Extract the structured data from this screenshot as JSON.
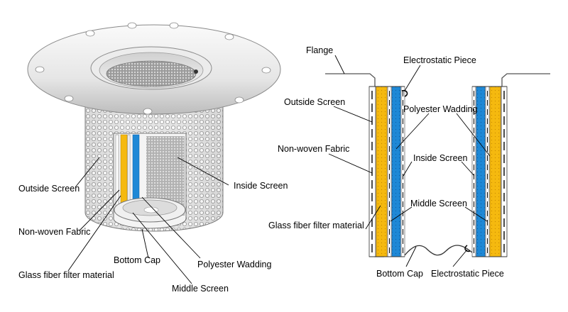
{
  "colors": {
    "glass_fiber": "#f5b90f",
    "polyester": "#1e88d6",
    "outline": "#000000",
    "metal_light": "#f2f2f2",
    "metal_dark": "#b8b8b8"
  },
  "left_labels": {
    "outside_screen": "Outside Screen",
    "non_woven_fabric": "Non-woven Fabric",
    "bottom_cap": "Bottom Cap",
    "glass_fiber": "Glass fiber filter material",
    "inside_screen": "Inside Screen",
    "polyester_wadding": "Polyester Wadding",
    "middle_screen": "Middle Screen"
  },
  "right_labels": {
    "flange": "Flange",
    "electrostatic_top": "Electrostatic Piece",
    "outside_screen": "Outside Screen",
    "polyester_wadding": "Polyester Wadding",
    "non_woven_fabric": "Non-woven Fabric",
    "inside_screen": "Inside Screen",
    "middle_screen": "Middle Screen",
    "glass_fiber": "Glass fiber filter material",
    "bottom_cap": "Bottom Cap",
    "electrostatic_bottom": "Electrostatic Piece"
  }
}
